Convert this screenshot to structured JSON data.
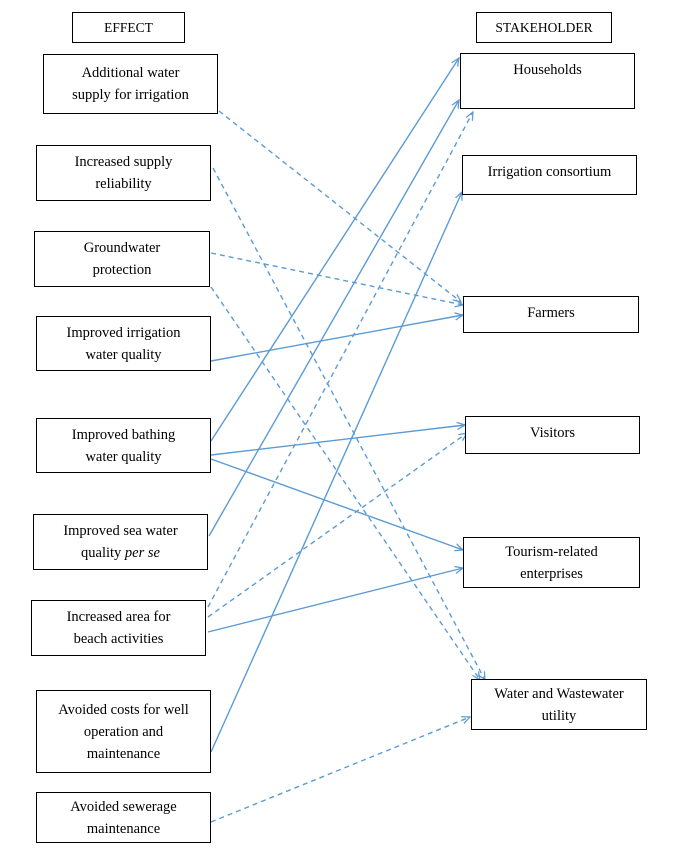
{
  "headers": {
    "effect": "EFFECT",
    "stakeholder": "STAKEHOLDER"
  },
  "effects": [
    {
      "id": "e1",
      "lines": [
        "Additional water",
        "supply for irrigation"
      ]
    },
    {
      "id": "e2",
      "lines": [
        "Increased supply",
        "reliability"
      ]
    },
    {
      "id": "e3",
      "lines": [
        "Groundwater",
        "protection"
      ]
    },
    {
      "id": "e4",
      "lines": [
        "Improved irrigation",
        "water quality"
      ]
    },
    {
      "id": "e5",
      "lines": [
        "Improved bathing",
        "water quality"
      ]
    },
    {
      "id": "e6",
      "lines": [
        "Improved sea water",
        "quality"
      ],
      "italic_suffix": "per se"
    },
    {
      "id": "e7",
      "lines": [
        "Increased area for",
        "beach activities"
      ]
    },
    {
      "id": "e8",
      "lines": [
        "Avoided costs for well",
        "operation and",
        "maintenance"
      ]
    },
    {
      "id": "e9",
      "lines": [
        "Avoided sewerage",
        "maintenance"
      ]
    }
  ],
  "stakeholders": [
    {
      "id": "s1",
      "lines": [
        "Households"
      ]
    },
    {
      "id": "s2",
      "lines": [
        "Irrigation consortium"
      ]
    },
    {
      "id": "s3",
      "lines": [
        "Farmers"
      ]
    },
    {
      "id": "s4",
      "lines": [
        "Visitors"
      ]
    },
    {
      "id": "s5",
      "lines": [
        "Tourism-related",
        "enterprises"
      ]
    },
    {
      "id": "s6",
      "lines": [
        "Water and Wastewater",
        "utility"
      ]
    }
  ],
  "connections": [
    {
      "from": "e1",
      "to": "s3",
      "style": "dashed"
    },
    {
      "from": "e2",
      "to": "s6",
      "style": "dashed"
    },
    {
      "from": "e3",
      "to": "s3",
      "style": "dashed"
    },
    {
      "from": "e3",
      "to": "s6",
      "style": "dashed"
    },
    {
      "from": "e4",
      "to": "s3",
      "style": "solid"
    },
    {
      "from": "e5",
      "to": "s1",
      "style": "solid"
    },
    {
      "from": "e5",
      "to": "s4",
      "style": "solid"
    },
    {
      "from": "e5",
      "to": "s5",
      "style": "solid"
    },
    {
      "from": "e6",
      "to": "s1",
      "style": "solid"
    },
    {
      "from": "e7",
      "to": "s1",
      "style": "dashed"
    },
    {
      "from": "e7",
      "to": "s4",
      "style": "dashed"
    },
    {
      "from": "e7",
      "to": "s5",
      "style": "solid"
    },
    {
      "from": "e8",
      "to": "s2",
      "style": "solid"
    },
    {
      "from": "e9",
      "to": "s6",
      "style": "dashed"
    }
  ],
  "colors": {
    "arrow": "#5b9bd5",
    "box_border": "#000000",
    "text": "#000000"
  }
}
